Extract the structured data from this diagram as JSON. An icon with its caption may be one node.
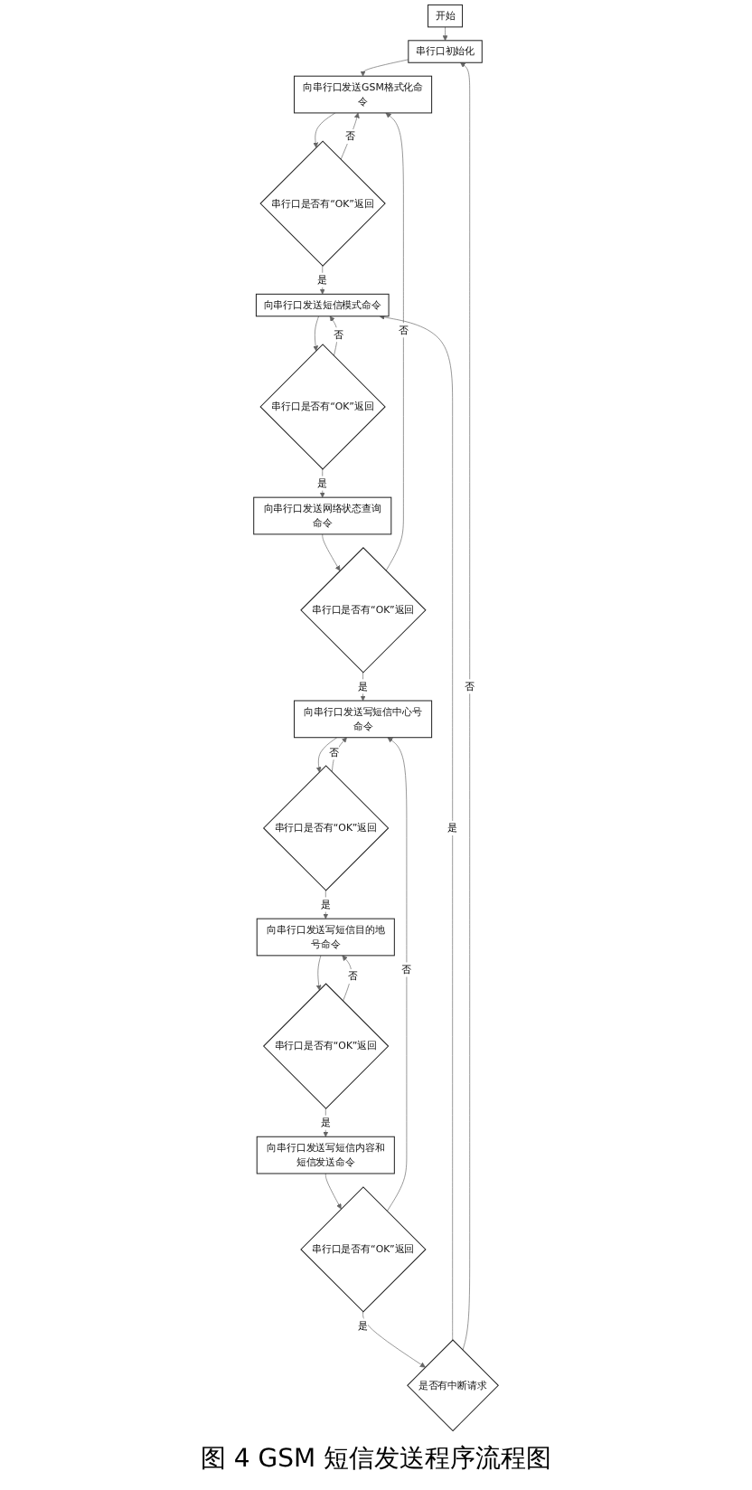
{
  "diagram": {
    "caption": "图 4 GSM 短信发送程序流程图",
    "nodes": [
      {
        "text": [
          "开始"
        ]
      },
      {
        "text": [
          "串行口初始化"
        ]
      },
      {
        "text": [
          "向串行口发送GSM格式化命令"
        ]
      },
      {
        "text": [
          "串行口是否有“OK”返回"
        ]
      },
      {
        "text": [
          "向串行口发送短信模式命令"
        ]
      },
      {
        "text": [
          "串行口是否有“OK”返回"
        ]
      },
      {
        "text": [
          "向串行口发送网络状态查询命令"
        ]
      },
      {
        "text": [
          "串行口是否有“OK”返回"
        ]
      },
      {
        "text": [
          "向串行口发送写短信中心号命令"
        ]
      },
      {
        "text": [
          "串行口是否有“OK”返回"
        ]
      },
      {
        "text": [
          "向串行口发送写短信目的地号命令"
        ]
      },
      {
        "text": [
          "串行口是否有“OK”返回"
        ]
      },
      {
        "text": [
          "向串行口发送写短信内容和短信发送命令"
        ]
      },
      {
        "text": [
          "串行口是否有“OK”返回"
        ]
      },
      {
        "text": [
          "是否有中断请求"
        ]
      }
    ],
    "edges": [
      {
        "from": 0,
        "to": 1,
        "arrow": "to"
      },
      {
        "from": 1,
        "to": 2,
        "arrow": "to"
      },
      {
        "from": 2,
        "to": 3,
        "arrow": "to"
      },
      {
        "from": 3,
        "to": 2,
        "arrow": "to",
        "label": "否"
      },
      {
        "from": 3,
        "to": 4,
        "arrow": "to",
        "label": "是"
      },
      {
        "from": 4,
        "to": 5,
        "arrow": "to"
      },
      {
        "from": 5,
        "to": 4,
        "arrow": "to",
        "label": "否"
      },
      {
        "from": 5,
        "to": 6,
        "arrow": "to",
        "label": "是"
      },
      {
        "from": 6,
        "to": 7,
        "arrow": "to"
      },
      {
        "from": 7,
        "to": 2,
        "arrow": "to",
        "label": "否"
      },
      {
        "from": 7,
        "to": 8,
        "arrow": "to",
        "label": "是"
      },
      {
        "from": 8,
        "to": 9,
        "arrow": "to"
      },
      {
        "from": 9,
        "to": 8,
        "arrow": "to",
        "label": "否"
      },
      {
        "from": 9,
        "to": 10,
        "arrow": "to",
        "label": "是"
      },
      {
        "from": 10,
        "to": 11,
        "arrow": "to"
      },
      {
        "from": 11,
        "to": 10,
        "arrow": "to",
        "label": "否"
      },
      {
        "from": 11,
        "to": 12,
        "arrow": "to",
        "label": "是"
      },
      {
        "from": 12,
        "to": 13,
        "arrow": "to"
      },
      {
        "from": 13,
        "to": 8,
        "arrow": "to",
        "label": "否"
      },
      {
        "from": 13,
        "to": 14,
        "arrow": "to",
        "label": "是"
      },
      {
        "from": 14,
        "to": 4,
        "arrow": "to",
        "label": "是"
      },
      {
        "from": 14,
        "to": 1,
        "arrow": "to",
        "label": "否"
      }
    ]
  }
}
